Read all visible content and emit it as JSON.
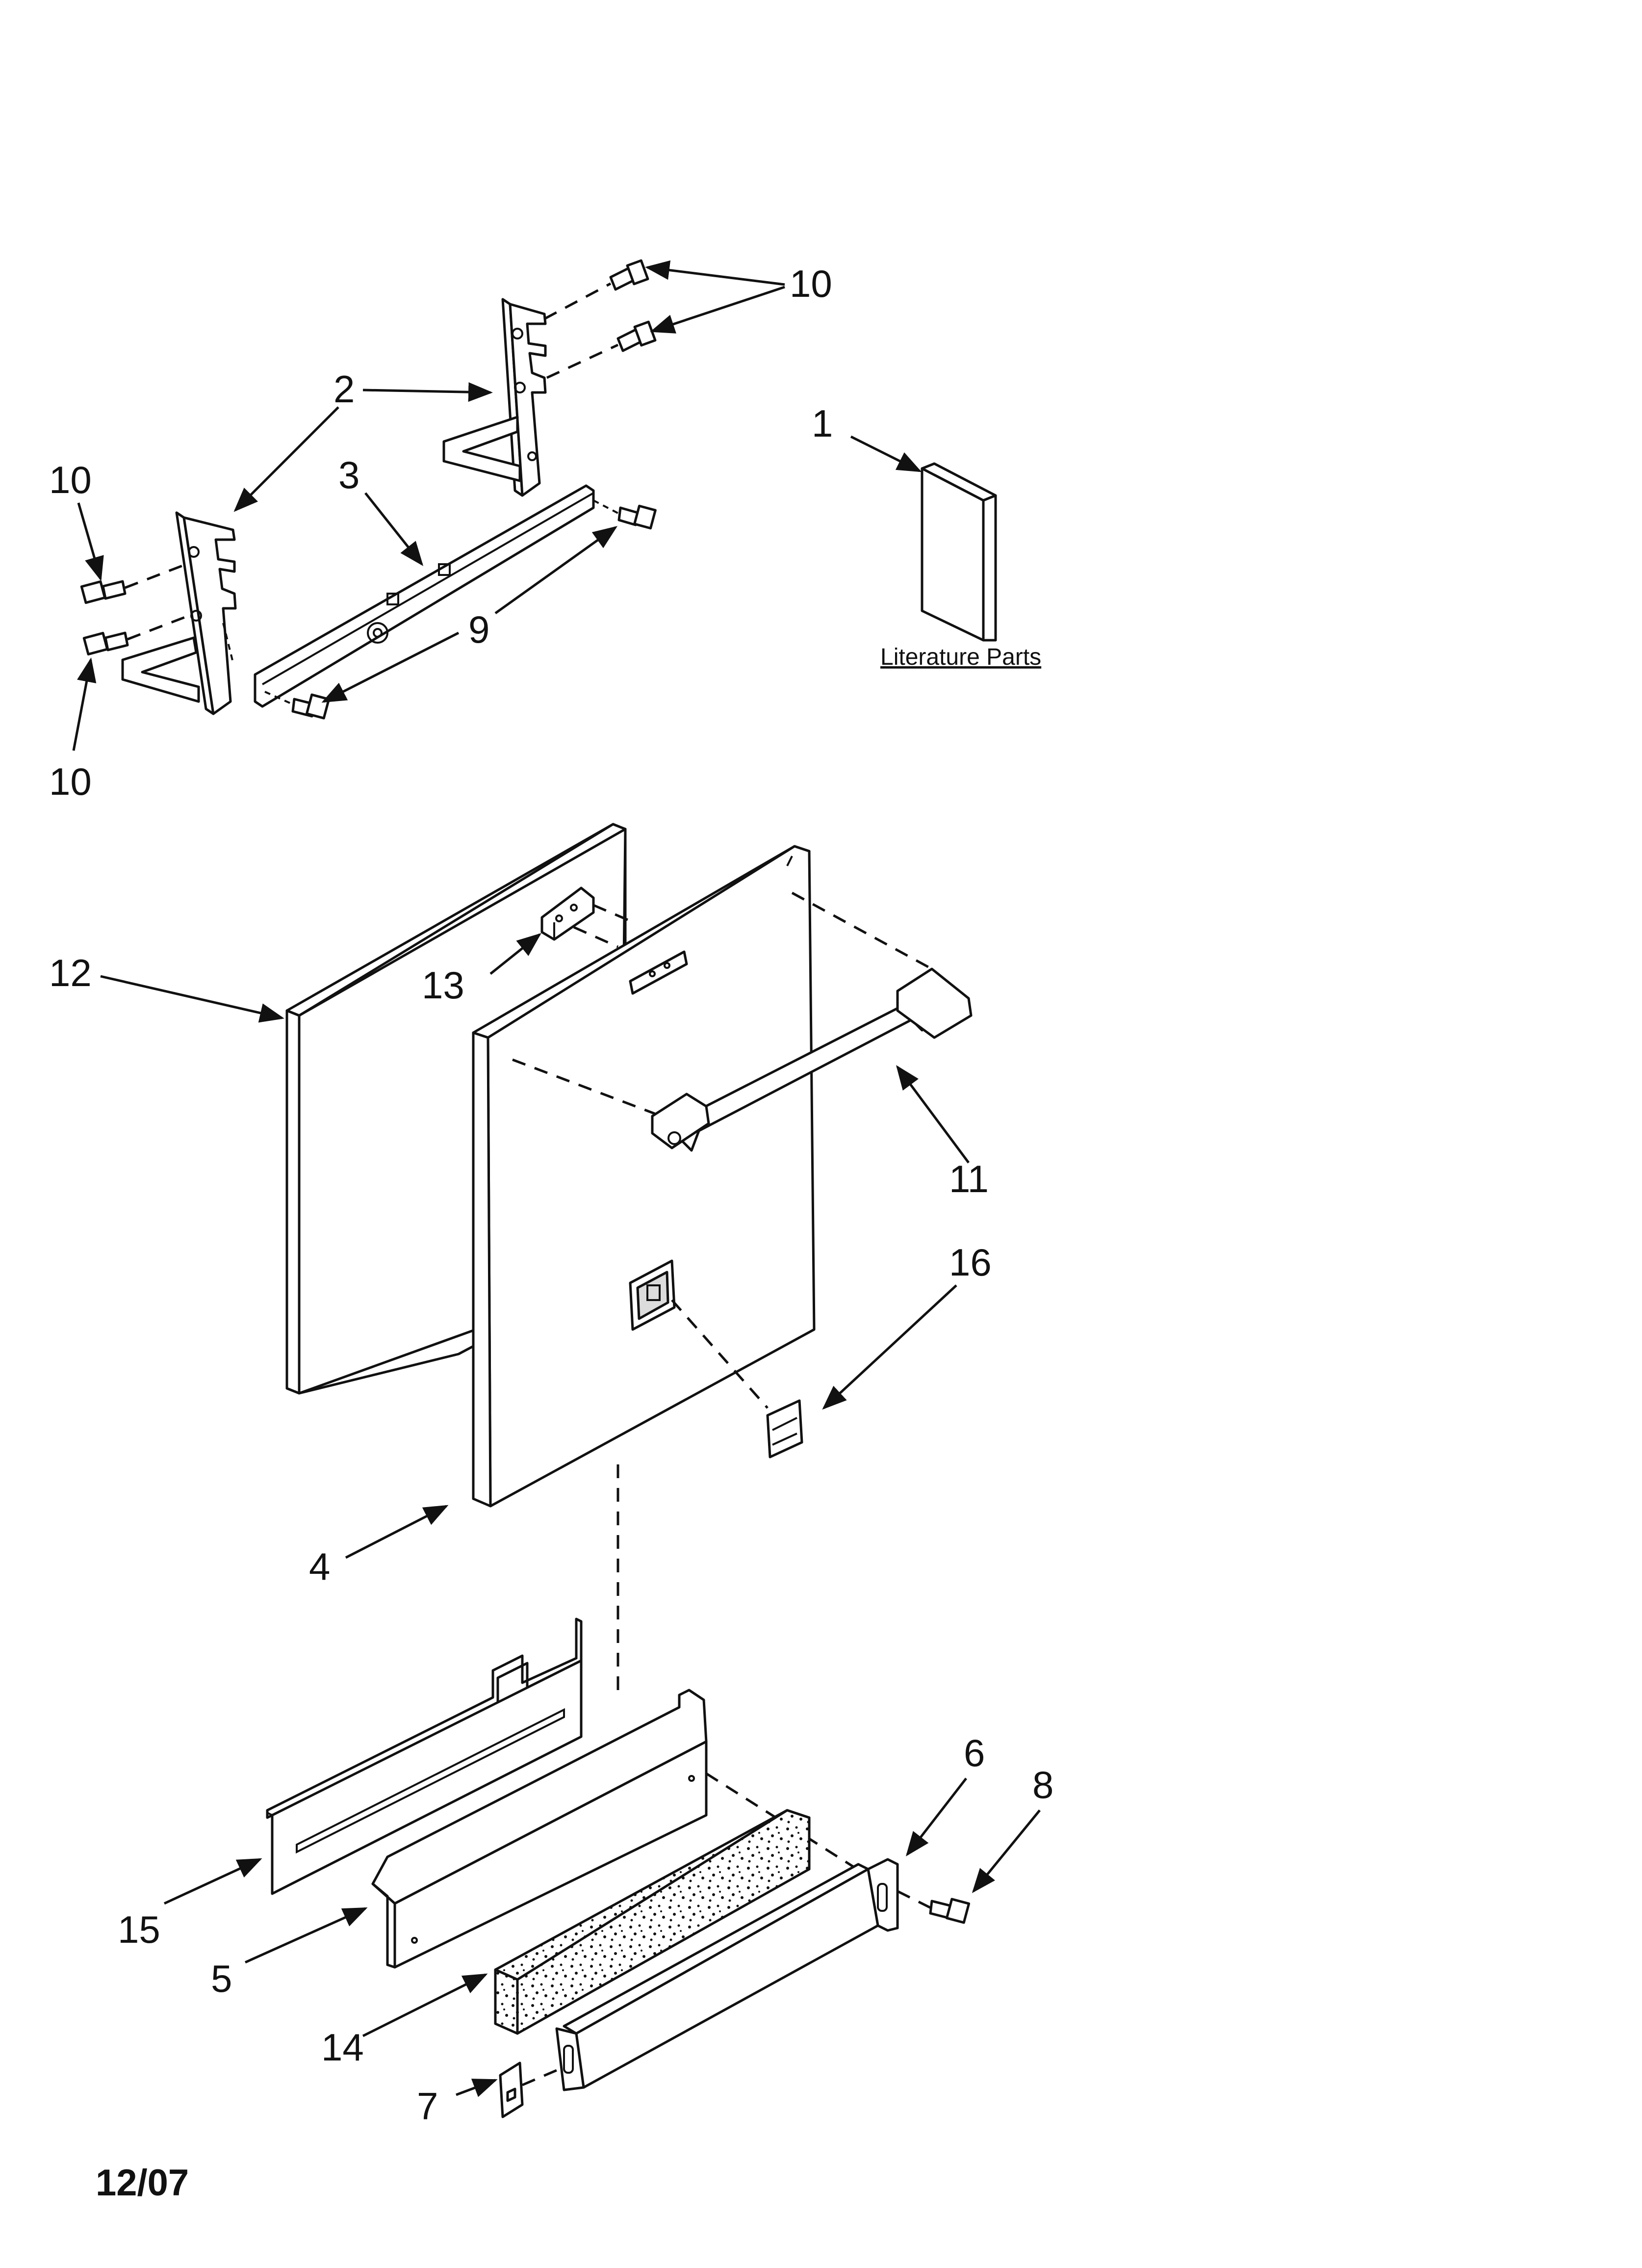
{
  "callouts": {
    "c1": "1",
    "c2": "2",
    "c3": "3",
    "c4": "4",
    "c5": "5",
    "c6": "6",
    "c7": "7",
    "c8": "8",
    "c9": "9",
    "c10_top": "10",
    "c10_left_upper": "10",
    "c10_left_lower": "10",
    "c11": "11",
    "c12": "12",
    "c13": "13",
    "c14": "14",
    "c15": "15",
    "c16": "16"
  },
  "literature_caption": "Literature Parts",
  "date_code": "12/07"
}
